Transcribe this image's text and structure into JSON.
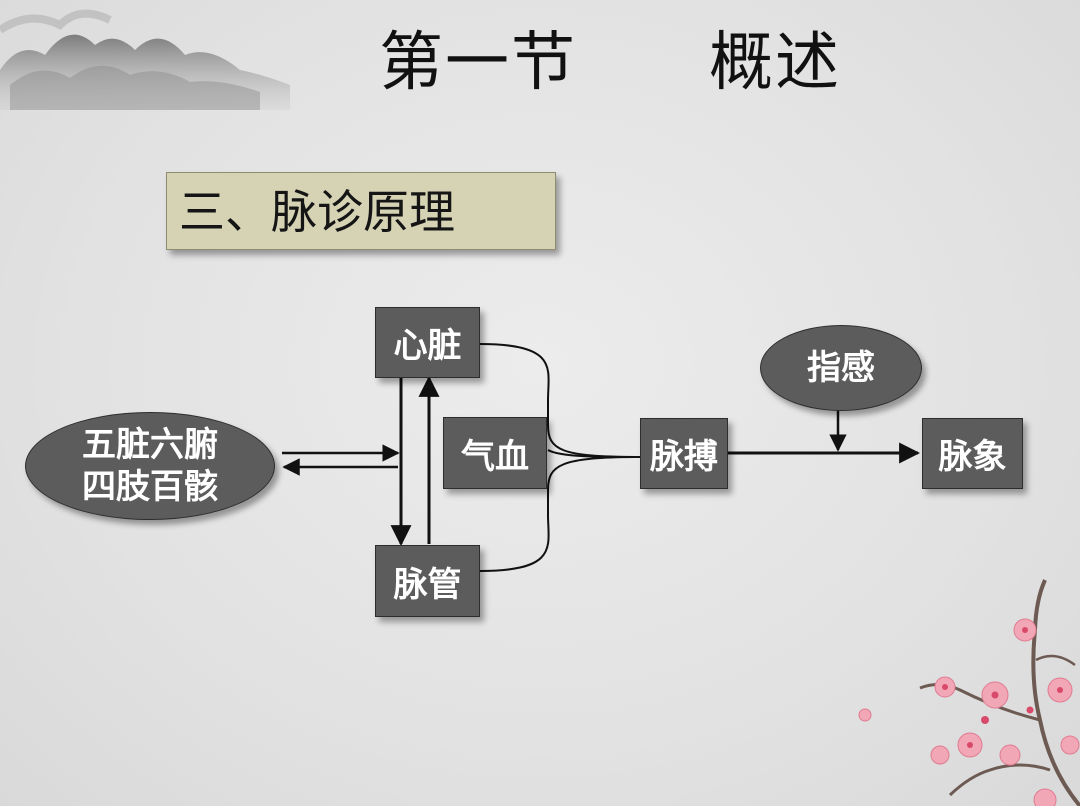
{
  "slide": {
    "title": "第一节　　概述",
    "subtitle": "三、脉诊原理"
  },
  "diagram": {
    "nodes": {
      "zangfu_line1": "五脏六腑",
      "zangfu_line2": "四肢百骸",
      "heart": "心脏",
      "qixue": "气血",
      "vessel": "脉管",
      "pulse_beat": "脉搏",
      "finger_sense": "指感",
      "pulse_image": "脉象"
    }
  },
  "colors": {
    "background": "#e3e3e3",
    "node_fill": "#5c5c5c",
    "node_text": "#ffffff",
    "subtitle_fill": "#d6d3b5",
    "line": "#111111"
  }
}
